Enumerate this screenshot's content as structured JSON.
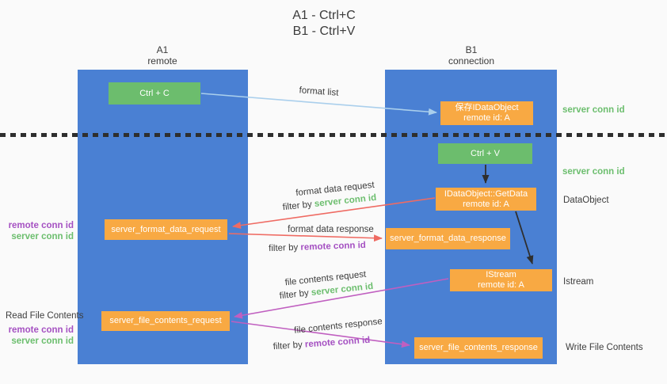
{
  "title": {
    "line1": "A1 - Ctrl+C",
    "line2": "B1 - Ctrl+V"
  },
  "columns": {
    "left": {
      "title": "A1",
      "subtitle": "remote"
    },
    "right": {
      "title": "B1",
      "subtitle": "connection"
    }
  },
  "nodes": {
    "ctrl_c": {
      "label": "Ctrl + C"
    },
    "ctrl_v": {
      "label": "Ctrl + V"
    },
    "save_idataobject": {
      "line1": "保存IDataObject",
      "line2": "remote id: A"
    },
    "getdata": {
      "line1": "IDataObject::GetData",
      "line2": "remote id: A"
    },
    "istream": {
      "line1": "IStream",
      "line2": "remote id: A"
    },
    "format_request": {
      "label": "server_format_data_request"
    },
    "format_response": {
      "label": "server_format_data_response"
    },
    "file_request": {
      "label": "server_file_contents_request"
    },
    "file_response": {
      "label": "server_file_contents_response"
    }
  },
  "right_labels": {
    "server_conn_id_1": "server conn id",
    "server_conn_id_2": "server conn id",
    "dataobject": "DataObject",
    "istream": "Istream",
    "write_file_contents": "Write File Contents"
  },
  "left_labels": {
    "remote_conn_id_1": "remote conn id",
    "server_conn_id_1": "server conn id",
    "read_file_contents": "Read File Contents",
    "remote_conn_id_2": "remote conn id",
    "server_conn_id_2": "server conn id"
  },
  "flow_labels": {
    "format_list": "format list",
    "format_data_request": "format data request",
    "format_data_response": "format data response",
    "file_contents_request": "file contents request",
    "file_contents_response": "file contents response",
    "filter_by": "filter by",
    "server_conn_id": "server conn id",
    "remote_conn_id": "remote conn id"
  },
  "colors": {
    "background": "#fafafa",
    "column_blue": "#4a80d3",
    "box_green": "#6cbd6d",
    "box_orange": "#f8a943",
    "text_green": "#6cbe6e",
    "text_purple": "#a551c2",
    "arrow_red": "#ef6b63",
    "arrow_magenta": "#c05fc0",
    "arrow_light_blue": "#aacfec",
    "arrow_black": "#2f2f2f",
    "divider_black": "#2e2e2e"
  }
}
